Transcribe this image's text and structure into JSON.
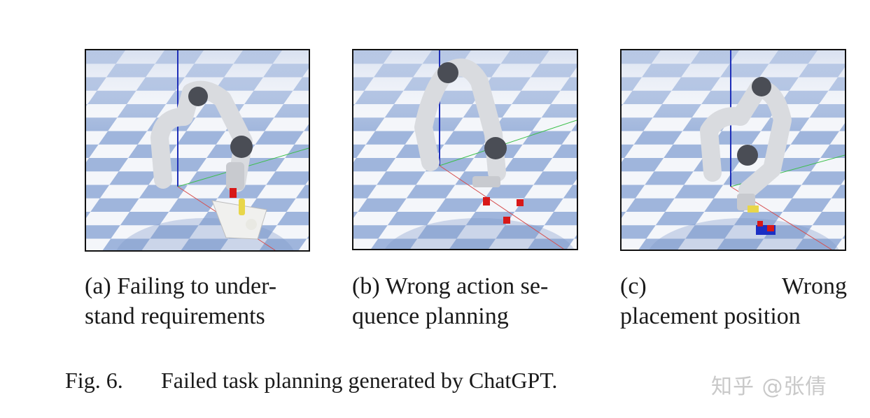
{
  "panels": [
    {
      "id": "a",
      "image_description_label": "robot-arm-simulation",
      "caption_line1": "(a) Failing to under-",
      "caption_line2": "stand requirements"
    },
    {
      "id": "b",
      "image_description_label": "robot-arm-simulation",
      "caption_line1": "(b) Wrong action se-",
      "caption_line2": "quence planning"
    },
    {
      "id": "c",
      "image_description_label": "robot-arm-simulation",
      "caption_line1_left": "(c)",
      "caption_line1_right": "Wrong",
      "caption_line2": "placement position"
    }
  ],
  "figure": {
    "number": "Fig. 6.",
    "caption": "Failed task planning generated by ChatGPT."
  },
  "watermark": "知乎 @张倩",
  "colors": {
    "floor_light": "#f4f6fa",
    "floor_blue": "#9fb5dc",
    "axis_blue": "#1f2fb8",
    "cube_red": "#d81818",
    "block_yellow": "#e8d64a",
    "block_blue": "#1b2fc4"
  }
}
